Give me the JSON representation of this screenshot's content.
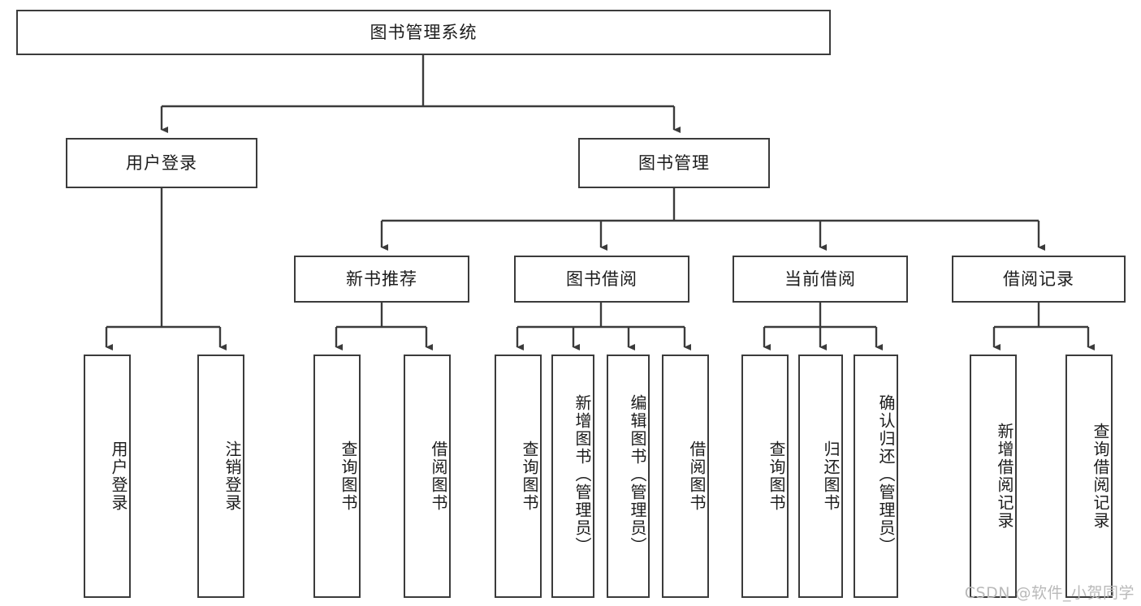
{
  "diagram": {
    "title": "图书管理系统",
    "type": "tree-hierarchy",
    "root": {
      "label": "图书管理系统"
    },
    "level2": [
      {
        "label": "用户登录"
      },
      {
        "label": "图书管理"
      }
    ],
    "level3": [
      {
        "label": "新书推荐"
      },
      {
        "label": "图书借阅"
      },
      {
        "label": "当前借阅"
      },
      {
        "label": "借阅记录"
      }
    ],
    "leaves": {
      "user_login": [
        {
          "label": "用户登录"
        },
        {
          "label": "注销登录"
        }
      ],
      "new_book_recommend": [
        {
          "label": "查询图书"
        },
        {
          "label": "借阅图书"
        }
      ],
      "book_borrow": [
        {
          "label": "查询图书"
        },
        {
          "label": "新增图书（管理员）"
        },
        {
          "label": "编辑图书（管理员）"
        },
        {
          "label": "借阅图书"
        }
      ],
      "current_borrow": [
        {
          "label": "查询图书"
        },
        {
          "label": "归还图书"
        },
        {
          "label": "确认归还（管理员）"
        }
      ],
      "borrow_records": [
        {
          "label": "新增借阅记录"
        },
        {
          "label": "查询借阅记录"
        }
      ]
    }
  },
  "watermark": {
    "text": "CSDN @软件_小贺同学"
  },
  "colors": {
    "border": "#3b3b3b",
    "text": "#1c1c1c",
    "background": "#ffffff",
    "watermark": "#b9b9b9"
  }
}
